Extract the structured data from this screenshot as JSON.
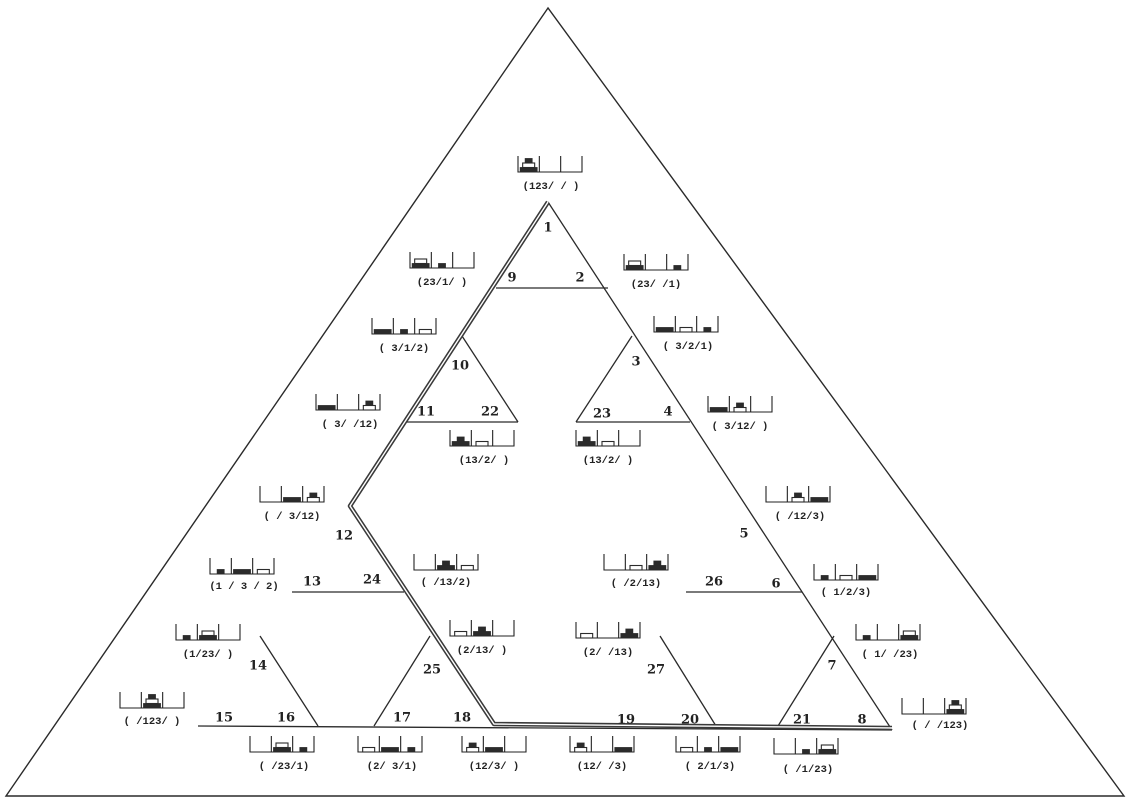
{
  "nodes": [
    {
      "id": "1",
      "label": "1"
    },
    {
      "id": "2",
      "label": "2"
    },
    {
      "id": "3",
      "label": "3"
    },
    {
      "id": "4",
      "label": "4"
    },
    {
      "id": "5",
      "label": "5"
    },
    {
      "id": "6",
      "label": "6"
    },
    {
      "id": "7",
      "label": "7"
    },
    {
      "id": "8",
      "label": "8"
    },
    {
      "id": "9",
      "label": "9"
    },
    {
      "id": "10",
      "label": "10"
    },
    {
      "id": "11",
      "label": "11"
    },
    {
      "id": "12",
      "label": "12"
    },
    {
      "id": "13",
      "label": "13"
    },
    {
      "id": "14",
      "label": "14"
    },
    {
      "id": "15",
      "label": "15"
    },
    {
      "id": "16",
      "label": "16"
    },
    {
      "id": "17",
      "label": "17"
    },
    {
      "id": "18",
      "label": "18"
    },
    {
      "id": "19",
      "label": "19"
    },
    {
      "id": "20",
      "label": "20"
    },
    {
      "id": "21",
      "label": "21"
    },
    {
      "id": "22",
      "label": "22"
    },
    {
      "id": "23",
      "label": "23"
    },
    {
      "id": "24",
      "label": "24"
    },
    {
      "id": "25",
      "label": "25"
    },
    {
      "id": "26",
      "label": "26"
    },
    {
      "id": "27",
      "label": "27"
    }
  ],
  "states": [
    {
      "id": "s1",
      "label": "(123/ / )",
      "pegs": [
        [
          1,
          2,
          3
        ],
        [],
        []
      ]
    },
    {
      "id": "s2",
      "label": "(23/1/ )",
      "pegs": [
        [
          2,
          3
        ],
        [
          1
        ],
        []
      ]
    },
    {
      "id": "s3",
      "label": "(23/ /1)",
      "pegs": [
        [
          2,
          3
        ],
        [],
        [
          1
        ]
      ]
    },
    {
      "id": "s4",
      "label": "( 3/1/2)",
      "pegs": [
        [
          3
        ],
        [
          1
        ],
        [
          2
        ]
      ]
    },
    {
      "id": "s5",
      "label": "( 3/2/1)",
      "pegs": [
        [
          3
        ],
        [
          2
        ],
        [
          1
        ]
      ]
    },
    {
      "id": "s6",
      "label": "( 3/ /12)",
      "pegs": [
        [
          3
        ],
        [],
        [
          1,
          2
        ]
      ]
    },
    {
      "id": "s7",
      "label": "( 3/12/ )",
      "pegs": [
        [
          3
        ],
        [
          1,
          2
        ],
        []
      ]
    },
    {
      "id": "s8",
      "label": "(13/2/ )",
      "pegs": [
        [
          1,
          3
        ],
        [
          2
        ],
        []
      ]
    },
    {
      "id": "s9",
      "label": "(13/2/ )",
      "pegs": [
        [
          1,
          3
        ],
        [
          2
        ],
        []
      ]
    },
    {
      "id": "s10",
      "label": "( / 3/12)",
      "pegs": [
        [],
        [
          3
        ],
        [
          1,
          2
        ]
      ]
    },
    {
      "id": "s11",
      "label": "( /12/3)",
      "pegs": [
        [],
        [
          1,
          2
        ],
        [
          3
        ]
      ]
    },
    {
      "id": "s12",
      "label": "(1 / 3 / 2)",
      "pegs": [
        [
          1
        ],
        [
          3
        ],
        [
          2
        ]
      ]
    },
    {
      "id": "s13",
      "label": "( /13/2)",
      "pegs": [
        [],
        [
          1,
          3
        ],
        [
          2
        ]
      ]
    },
    {
      "id": "s14",
      "label": "( /2/13)",
      "pegs": [
        [],
        [
          2
        ],
        [
          1,
          3
        ]
      ]
    },
    {
      "id": "s15",
      "label": "( 1/2/3)",
      "pegs": [
        [
          1
        ],
        [
          2
        ],
        [
          3
        ]
      ]
    },
    {
      "id": "s16",
      "label": "(1/23/ )",
      "pegs": [
        [
          1
        ],
        [
          2,
          3
        ],
        []
      ]
    },
    {
      "id": "s17",
      "label": "(2/13/ )",
      "pegs": [
        [
          2
        ],
        [
          1,
          3
        ],
        []
      ]
    },
    {
      "id": "s18",
      "label": "(2/ /13)",
      "pegs": [
        [
          2
        ],
        [],
        [
          1,
          3
        ]
      ]
    },
    {
      "id": "s19",
      "label": "( 1/ /23)",
      "pegs": [
        [
          1
        ],
        [],
        [
          2,
          3
        ]
      ]
    },
    {
      "id": "s20",
      "label": "( /123/ )",
      "pegs": [
        [],
        [
          1,
          2,
          3
        ],
        []
      ]
    },
    {
      "id": "s21",
      "label": "( / /123)",
      "pegs": [
        [],
        [],
        [
          1,
          2,
          3
        ]
      ]
    },
    {
      "id": "s22",
      "label": "( /23/1)",
      "pegs": [
        [],
        [
          2,
          3
        ],
        [
          1
        ]
      ]
    },
    {
      "id": "s23",
      "label": "(2/ 3/1)",
      "pegs": [
        [
          2
        ],
        [
          3
        ],
        [
          1
        ]
      ]
    },
    {
      "id": "s24",
      "label": "(12/3/ )",
      "pegs": [
        [
          1,
          2
        ],
        [
          3
        ],
        []
      ]
    },
    {
      "id": "s25",
      "label": "(12/ /3)",
      "pegs": [
        [
          1,
          2
        ],
        [],
        [
          3
        ]
      ]
    },
    {
      "id": "s26",
      "label": "( 2/1/3)",
      "pegs": [
        [
          2
        ],
        [
          1
        ],
        [
          3
        ]
      ]
    },
    {
      "id": "s27",
      "label": "( /1/23)",
      "pegs": [
        [],
        [
          1
        ],
        [
          2,
          3
        ]
      ]
    }
  ]
}
